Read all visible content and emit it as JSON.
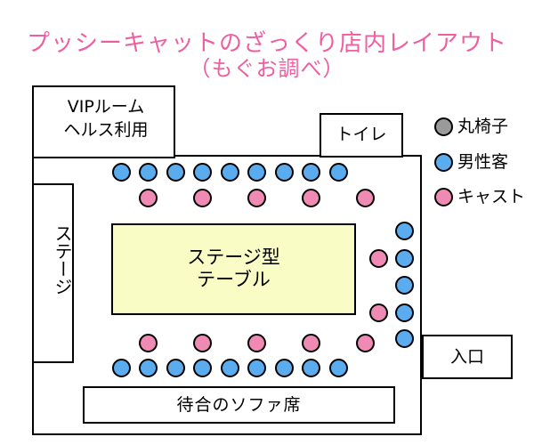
{
  "title": {
    "main": "プッシーキャットのざっくり店内レイアウト",
    "sub": "（もぐお調べ）"
  },
  "areas": {
    "vip": "VIPルーム\nヘルス利用",
    "toilet": "トイレ",
    "stage": "ステージ",
    "table": "ステージ型\nテーブル",
    "entrance": "入口",
    "sofa": "待合のソファ席"
  },
  "legend": [
    {
      "label": "丸椅子",
      "type": "stool",
      "color": "#9a9a9a",
      "icon": "stool-dot-icon"
    },
    {
      "label": "男性客",
      "type": "guest",
      "color": "#5aacee",
      "icon": "guest-dot-icon"
    },
    {
      "label": "キャスト",
      "type": "cast",
      "color": "#ef8ab4",
      "icon": "cast-dot-icon"
    }
  ],
  "seating": {
    "top_guest_row": 9,
    "top_cast_row": 5,
    "bottom_cast_row": 5,
    "bottom_guest_row": 9,
    "right_guest_column": 5,
    "right_cast_column": 2
  },
  "colors": {
    "title": "#ee5fa1",
    "table_fill": "#fafcc6"
  }
}
